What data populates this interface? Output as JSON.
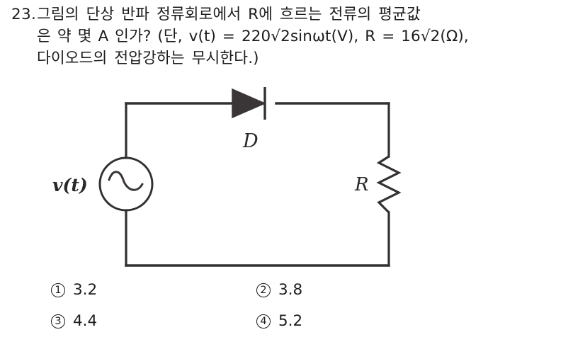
{
  "question": {
    "number": "23.",
    "line1": "그림의 단상 반파 정류회로에서 R에 흐르는 전류의 평균값",
    "line2": "은 약 몇 A 인가? (단, v(t) = 220√2sinωt(V), R = 16√2(Ω),",
    "line3": "다이오드의 전압강하는 무시한다.)"
  },
  "figure": {
    "name": "half-wave-rectifier-circuit",
    "source_label": "v(t)",
    "diode_label": "D",
    "resistor_label": "R",
    "stroke_color": "#333031",
    "fill_color": "#3a3637"
  },
  "options": [
    {
      "marker": "①",
      "marker_number": "1",
      "value": "3.2"
    },
    {
      "marker": "②",
      "marker_number": "2",
      "value": "3.8"
    },
    {
      "marker": "③",
      "marker_number": "3",
      "value": "4.4"
    },
    {
      "marker": "④",
      "marker_number": "4",
      "value": "5.2"
    }
  ]
}
